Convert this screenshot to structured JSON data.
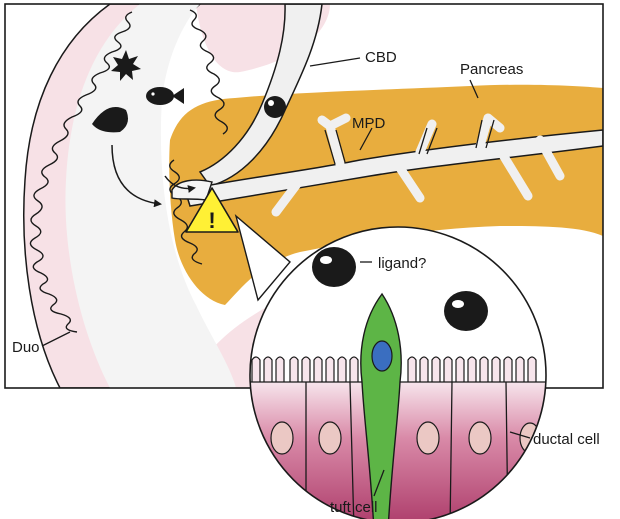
{
  "labels": {
    "cbd": "CBD",
    "pancreas": "Pancreas",
    "mpd": "MPD",
    "duo": "Duo",
    "ligand": "ligand?",
    "ductal_cell": "ductal cell",
    "tuft_cell": "tuft cell",
    "warning": "!"
  },
  "colors": {
    "pancreas": "#e8ad3e",
    "duodenum_wall": "#f7e1e6",
    "duct": "#f0f0f0",
    "ductal_cell": "#b33d6b",
    "ductal_cell_light": "#f6e3ea",
    "tuft_cell": "#5db546",
    "nucleus_tuft": "#3a6ec0",
    "nucleus_ductal": "#ebc8c4",
    "warning": "#fff035"
  },
  "icons": [
    "star-microbe-icon",
    "fish-icon",
    "triangle-particle-icon",
    "warning-icon",
    "ligand-icon"
  ]
}
